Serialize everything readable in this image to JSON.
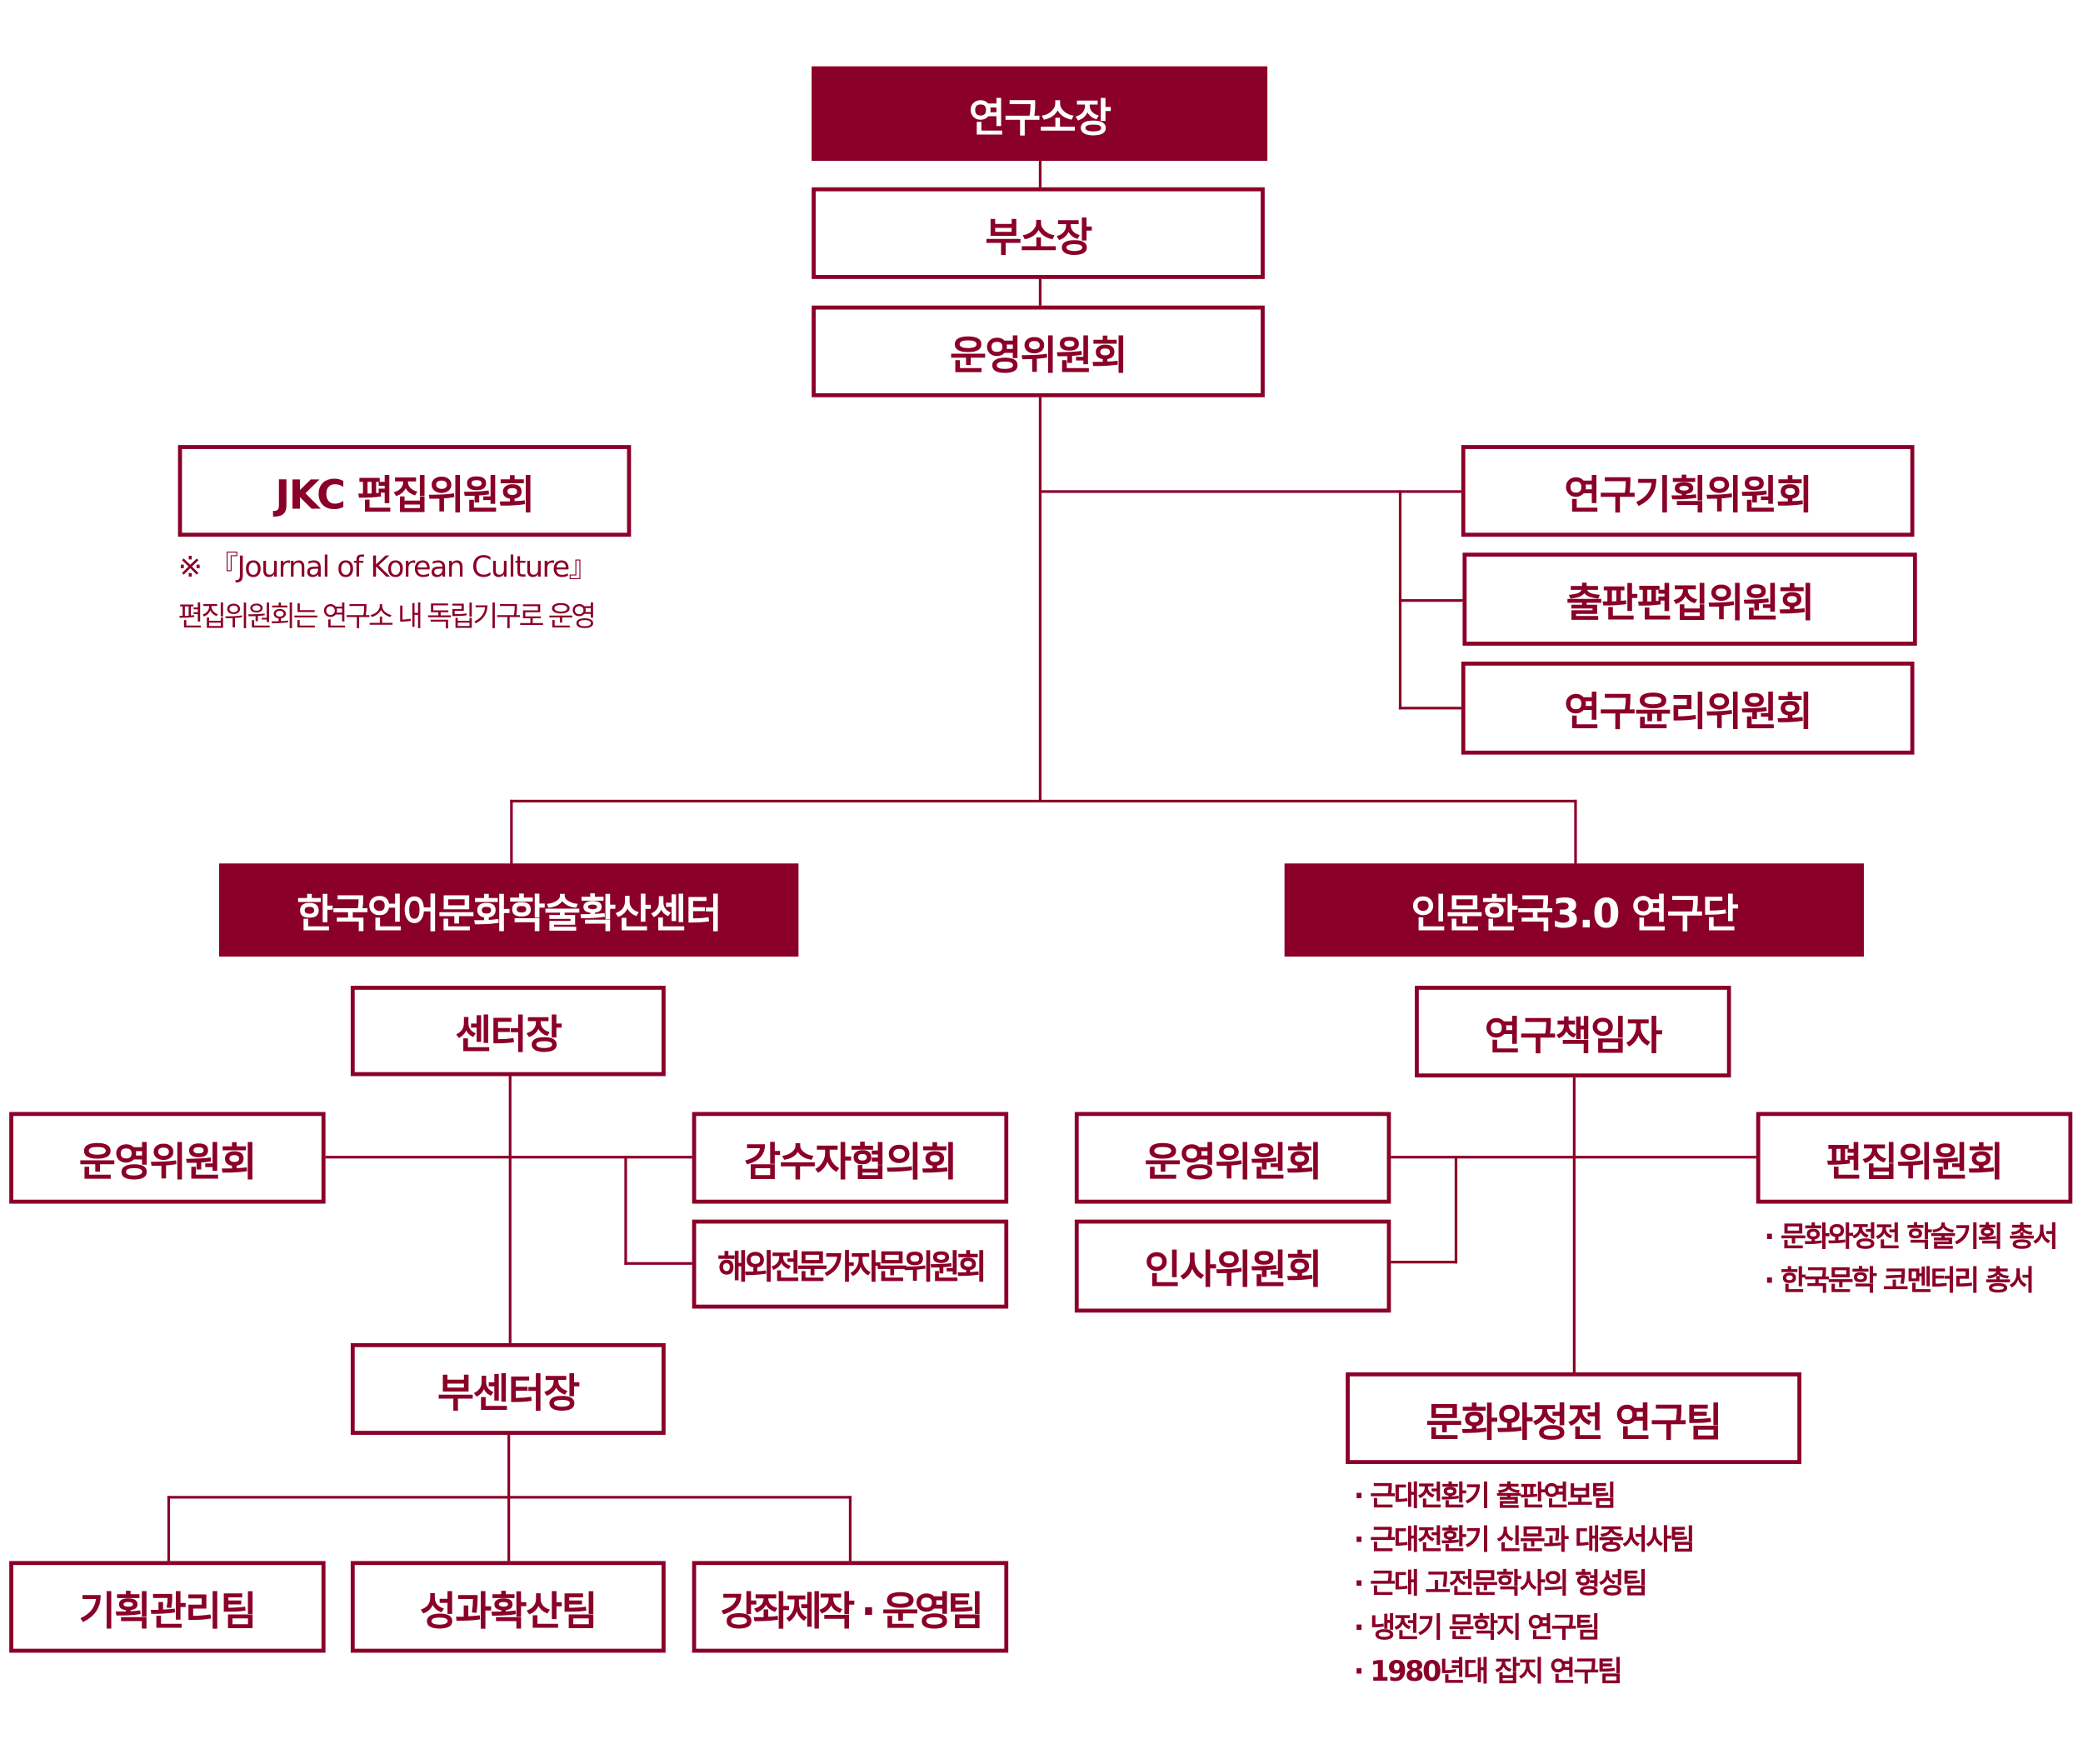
{
  "top": {
    "director": "연구소장",
    "vice_director": "부소장",
    "steering_committee": "운영위원회",
    "jkc_committee": "JKC 편집위원회",
    "jkc_note_line1": "※ 『Journal of Korean Culture』",
    "jkc_note_line2": "편집위원회는 연구소 내 독립기구로 운영",
    "committees": [
      "연구기획위원회",
      "출판편집위원회",
      "연구윤리위원회"
    ]
  },
  "center": {
    "title": "한국언어문화학술확산센터",
    "head": "센터장",
    "steering": "운영위원회",
    "review": "감수자협의회",
    "overseas": "해외전문가자문위원회",
    "vice_head": "부센터장",
    "teams": [
      "기획관리팀",
      "성과확산팀",
      "강좌제작 · 운영팀"
    ]
  },
  "hk": {
    "title": "인문한국3.0 연구단",
    "lead": "연구책임자",
    "steering": "운영위원회",
    "personnel": "인사위원회",
    "editorial": "편집위원회",
    "editorial_items": [
      "· 문화와정전 학술기획 총서",
      "· 한국문학 코멘터리 총서"
    ],
    "research_team": "문화와정전 연구팀",
    "research_items": [
      "· 근대전환기 출판연보팀",
      "· 근대전환기 신문과 대중서사팀",
      "· 근대 고전문학사의 형성팀",
      "· 냉전기 문학지 연구팀",
      "· 1980년대 잡지 연구팀"
    ]
  },
  "colors": {
    "accent": "#8b0029"
  }
}
